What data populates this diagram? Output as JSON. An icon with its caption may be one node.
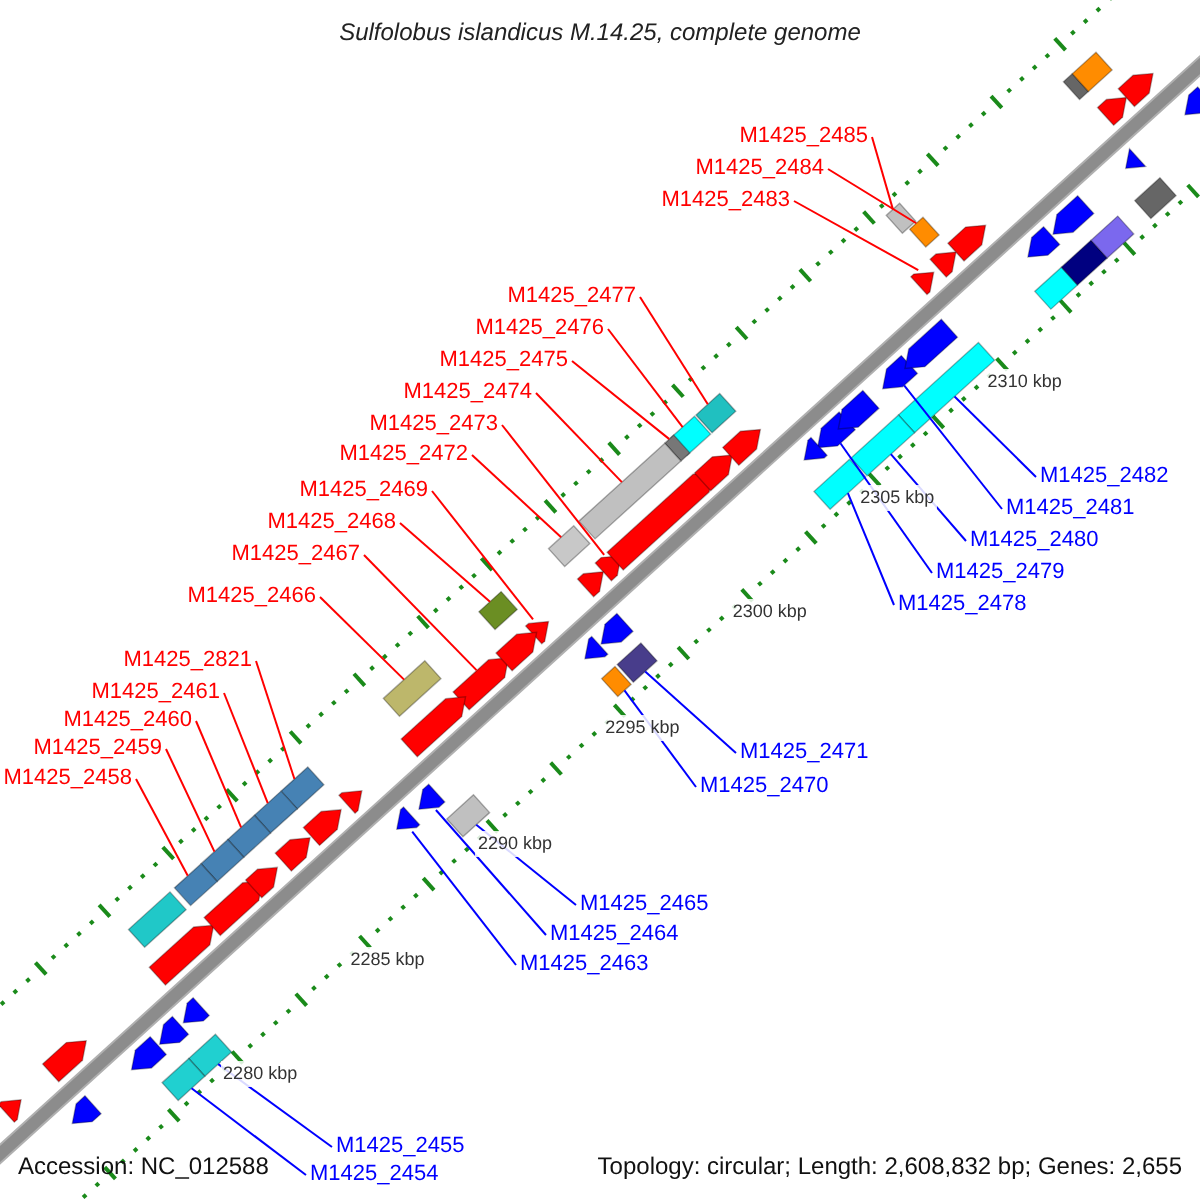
{
  "diagram": {
    "title": "Sulfolobus islandicus M.14.25, complete genome",
    "nodes": [
      {
        "text": [
          "M1425_2485"
        ]
      },
      {
        "text": [
          "M1425_2484"
        ]
      },
      {
        "text": [
          "M1425_2483"
        ]
      },
      {
        "text": [
          "M1425_2477"
        ]
      },
      {
        "text": [
          "M1425_2476"
        ]
      },
      {
        "text": [
          "M1425_2475"
        ]
      },
      {
        "text": [
          "M1425_2474"
        ]
      },
      {
        "text": [
          "M1425_2473"
        ]
      },
      {
        "text": [
          "M1425_2472"
        ]
      },
      {
        "text": [
          "M1425_2469"
        ]
      },
      {
        "text": [
          "M1425_2468"
        ]
      },
      {
        "text": [
          "M1425_2467"
        ]
      },
      {
        "text": [
          "M1425_2466"
        ]
      },
      {
        "text": [
          "M1425_2821"
        ]
      },
      {
        "text": [
          "M1425_2461"
        ]
      },
      {
        "text": [
          "M1425_2460"
        ]
      },
      {
        "text": [
          "M1425_2459"
        ]
      },
      {
        "text": [
          "M1425_2458"
        ]
      },
      {
        "text": [
          "M1425_2482"
        ]
      },
      {
        "text": [
          "M1425_2481"
        ]
      },
      {
        "text": [
          "M1425_2480"
        ]
      },
      {
        "text": [
          "M1425_2479"
        ]
      },
      {
        "text": [
          "M1425_2478"
        ]
      },
      {
        "text": [
          "M1425_2471"
        ]
      },
      {
        "text": [
          "M1425_2470"
        ]
      },
      {
        "text": [
          "M1425_2465"
        ]
      },
      {
        "text": [
          "M1425_2464"
        ]
      },
      {
        "text": [
          "M1425_2463"
        ]
      },
      {
        "text": [
          "M1425_2455"
        ]
      },
      {
        "text": [
          "M1425_2454"
        ]
      },
      {
        "text": [],
        "shape": "box"
      },
      {
        "text": [],
        "shape": "box"
      },
      {
        "text": [],
        "shape": "arrow"
      },
      {
        "text": [],
        "shape": "box"
      },
      {
        "text": [],
        "shape": "box"
      },
      {
        "text": [],
        "shape": "box"
      },
      {
        "text": [],
        "shape": "box"
      },
      {
        "text": [],
        "shape": "arrow"
      },
      {
        "text": [],
        "shape": "box"
      },
      {
        "text": [],
        "shape": "arrow"
      },
      {
        "text": [],
        "shape": "box"
      },
      {
        "text": [],
        "shape": "arrow"
      },
      {
        "text": [],
        "shape": "box"
      },
      {
        "text": [],
        "shape": "box"
      },
      {
        "text": [],
        "shape": "box"
      },
      {
        "text": [],
        "shape": "box"
      },
      {
        "text": [],
        "shape": "box"
      },
      {
        "text": [],
        "shape": "box"
      },
      {
        "text": [],
        "shape": "box"
      },
      {
        "text": [],
        "shape": "arrow"
      },
      {
        "text": [],
        "shape": "box"
      },
      {
        "text": [],
        "shape": "arrow"
      },
      {
        "text": [],
        "shape": "box"
      },
      {
        "text": [],
        "shape": "box"
      },
      {
        "text": [],
        "shape": "box"
      },
      {
        "text": [],
        "shape": "box"
      },
      {
        "text": [],
        "shape": "arrow"
      },
      {
        "text": [],
        "shape": "arrow"
      },
      {
        "text": [],
        "shape": "box"
      },
      {
        "text": [],
        "shape": "box"
      },
      {
        "text": [],
        "shape": "arrow"
      },
      {
        "text": [],
        "shape": "arrow"
      },
      {
        "text": [],
        "shape": "arrow"
      },
      {
        "text": [],
        "shape": "arrow"
      },
      {
        "text": [],
        "shape": "arrow"
      },
      {
        "text": [],
        "shape": "arrow"
      },
      {
        "text": [],
        "shape": "arrow"
      },
      {
        "text": [],
        "shape": "arrow"
      },
      {
        "text": [],
        "shape": "arrow"
      },
      {
        "text": [],
        "shape": "arrow"
      },
      {
        "text": [],
        "shape": "arrow"
      },
      {
        "text": [],
        "shape": "arrow"
      },
      {
        "text": [],
        "shape": "arrow"
      },
      {
        "text": [],
        "shape": "arrow"
      },
      {
        "text": [],
        "shape": "arrow"
      },
      {
        "text": [],
        "shape": "arrow"
      },
      {
        "text": [],
        "shape": "arrow"
      },
      {
        "text": [],
        "shape": "arrow"
      },
      {
        "text": [],
        "shape": "box"
      },
      {
        "text": [],
        "shape": "box"
      },
      {
        "text": [],
        "shape": "box"
      },
      {
        "text": [],
        "shape": "arrow"
      },
      {
        "text": [],
        "shape": "arrow"
      },
      {
        "text": [],
        "shape": "arrow"
      },
      {
        "text": [],
        "shape": "arrow"
      },
      {
        "text": [],
        "shape": "arrow"
      },
      {
        "text": [],
        "shape": "arrow"
      },
      {
        "text": [],
        "shape": "arrow"
      },
      {
        "text": [],
        "shape": "arrow"
      },
      {
        "text": [],
        "shape": "arrow"
      },
      {
        "text": [],
        "shape": "arrow"
      },
      {
        "text": [],
        "shape": "arrow"
      },
      {
        "text": [],
        "shape": "arrow"
      },
      {
        "text": [],
        "shape": "arrow"
      },
      {
        "text": [],
        "shape": "box"
      },
      {
        "text": [],
        "shape": "box"
      },
      {
        "text": [],
        "shape": "box"
      },
      {
        "text": [],
        "shape": "box"
      }
    ],
    "edges": [
      {
        "from": 0,
        "to": 30,
        "arrow": "none"
      },
      {
        "from": 1,
        "to": 31,
        "arrow": "none"
      },
      {
        "from": 2,
        "to": 32,
        "arrow": "none"
      },
      {
        "from": 3,
        "to": 33,
        "arrow": "none"
      },
      {
        "from": 4,
        "to": 34,
        "arrow": "none"
      },
      {
        "from": 5,
        "to": 35,
        "arrow": "none"
      },
      {
        "from": 6,
        "to": 36,
        "arrow": "none"
      },
      {
        "from": 7,
        "to": 37,
        "arrow": "none"
      },
      {
        "from": 8,
        "to": 38,
        "arrow": "none"
      },
      {
        "from": 9,
        "to": 39,
        "arrow": "none"
      },
      {
        "from": 10,
        "to": 40,
        "arrow": "none"
      },
      {
        "from": 11,
        "to": 41,
        "arrow": "none"
      },
      {
        "from": 12,
        "to": 42,
        "arrow": "none"
      },
      {
        "from": 13,
        "to": 43,
        "arrow": "none"
      },
      {
        "from": 14,
        "to": 44,
        "arrow": "none"
      },
      {
        "from": 15,
        "to": 45,
        "arrow": "none"
      },
      {
        "from": 16,
        "to": 46,
        "arrow": "none"
      },
      {
        "from": 17,
        "to": 47,
        "arrow": "none"
      },
      {
        "from": 18,
        "to": 48,
        "arrow": "none",
        "color": "#0000ff"
      },
      {
        "from": 19,
        "to": 49,
        "arrow": "none",
        "color": "#0000ff"
      },
      {
        "from": 20,
        "to": 50,
        "arrow": "none",
        "color": "#0000ff"
      },
      {
        "from": 21,
        "to": 51,
        "arrow": "none",
        "color": "#0000ff"
      },
      {
        "from": 22,
        "to": 52,
        "arrow": "none",
        "color": "#0000ff"
      },
      {
        "from": 23,
        "to": 53,
        "arrow": "none",
        "color": "#0000ff"
      },
      {
        "from": 24,
        "to": 54,
        "arrow": "none",
        "color": "#0000ff"
      },
      {
        "from": 25,
        "to": 55,
        "arrow": "none",
        "color": "#0000ff"
      },
      {
        "from": 26,
        "to": 56,
        "arrow": "none",
        "color": "#0000ff"
      },
      {
        "from": 27,
        "to": 57,
        "arrow": "none",
        "color": "#0000ff"
      },
      {
        "from": 28,
        "to": 58,
        "arrow": "none",
        "color": "#0000ff"
      },
      {
        "from": 29,
        "to": 59,
        "arrow": "none",
        "color": "#0000ff"
      }
    ],
    "labels": [
      "2310 kbp",
      "2305 kbp",
      "2300 kbp",
      "2295 kbp",
      "2290 kbp",
      "2285 kbp",
      "2280 kbp",
      "Accession: NC_012588",
      "Topology: circular; Length: 2,608,832 bp; Genes: 2,655"
    ]
  }
}
